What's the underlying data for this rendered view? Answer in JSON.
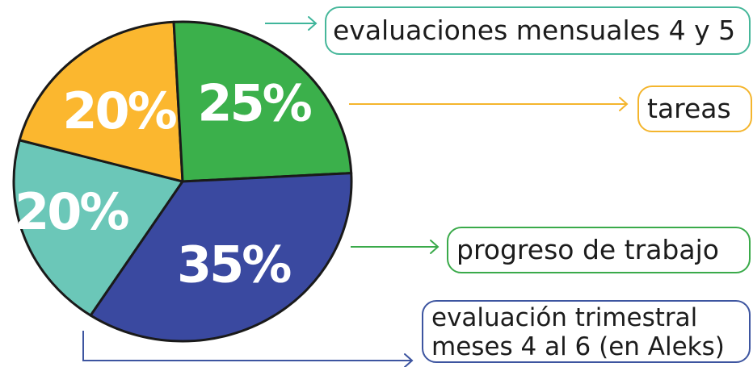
{
  "chart_data": {
    "type": "pie",
    "slices": [
      {
        "label": "evaluaciones mensuales 4 y 5",
        "value": 20,
        "value_label": "20%",
        "color": "#6bc7b8"
      },
      {
        "label": "tareas",
        "value": 20,
        "value_label": "20%",
        "color": "#fbb72f"
      },
      {
        "label": "progreso de trabajo",
        "value": 25,
        "value_label": "25%",
        "color": "#3bb04b"
      },
      {
        "label_lines": [
          "evaluación trimestral",
          "meses 4 al 6 (en Aleks)"
        ],
        "value": 35,
        "value_label": "35%",
        "color": "#3a49a0"
      }
    ],
    "connector_colors": [
      "#3fb59b",
      "#f4b52d",
      "#3aaa4a",
      "#3d55a0"
    ],
    "outline_color": "#1a1a1a"
  }
}
